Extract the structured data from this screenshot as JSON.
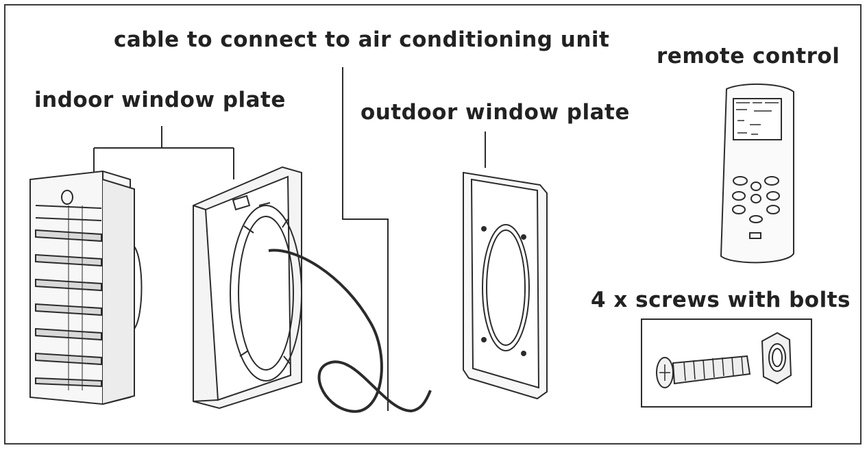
{
  "labels": {
    "cable": "cable to connect to air conditioning unit",
    "remote": "remote control",
    "indoor": "indoor window plate",
    "outdoor": "outdoor window plate",
    "screws": "4 x screws with bolts"
  },
  "colors": {
    "line": "#2b2b2b",
    "fill": "#f7f7f7",
    "shade": "#d9d9d9",
    "frame": "#3a3a3a"
  }
}
